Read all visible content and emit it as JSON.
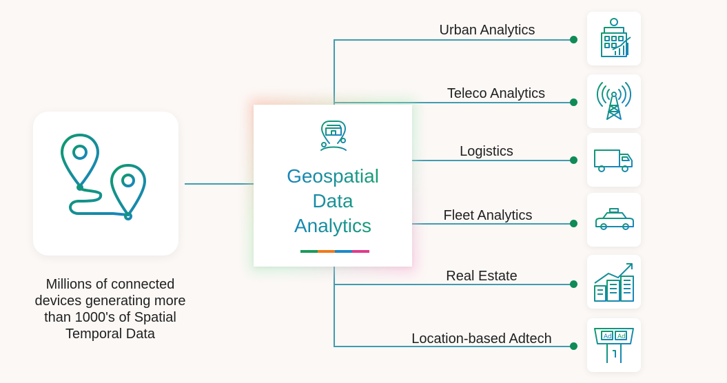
{
  "source": {
    "caption_lines": [
      "Millions of connected",
      "devices generating more",
      "than 1000's of Spatial",
      "Temporal Data"
    ],
    "icon": "route-pins-icon"
  },
  "hub": {
    "title_lines": [
      "Geospatial",
      "Data",
      "Analytics"
    ],
    "icon": "location-store-icon",
    "underline_colors": [
      "#1a9b5a",
      "#f07a1a",
      "#1e88c7",
      "#e0398c"
    ]
  },
  "branches": [
    {
      "label": "Urban Analytics",
      "icon": "city-building-icon"
    },
    {
      "label": "Teleco Analytics",
      "icon": "signal-tower-icon"
    },
    {
      "label": "Logistics",
      "icon": "delivery-truck-icon"
    },
    {
      "label": "Fleet Analytics",
      "icon": "taxi-car-icon"
    },
    {
      "label": "Real Estate",
      "icon": "buildings-growth-icon"
    },
    {
      "label": "Location-based Adtech",
      "icon": "billboard-ad-icon"
    }
  ],
  "colors": {
    "line": "#3f9bb1",
    "dot": "#0f8b56",
    "icon_gradient_start": "#1683bd",
    "icon_gradient_end": "#18a06b"
  }
}
